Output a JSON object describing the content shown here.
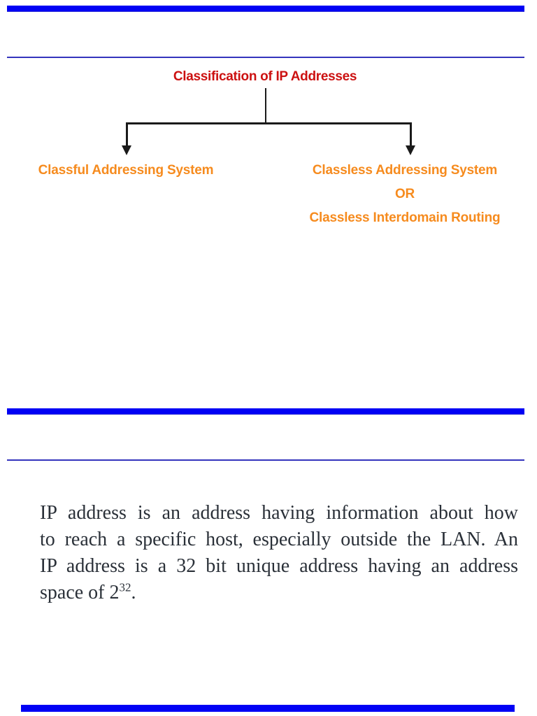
{
  "document": {
    "kind": "slide-deck-page",
    "background": "#ffffff"
  },
  "colors": {
    "bar_blue": "#0101f5",
    "rule_blue": "#3434bd",
    "title_red": "#cc1111",
    "branch_orange": "#f68b1e",
    "tree_line_black": "#1a1a1a",
    "body_text": "#2a3038"
  },
  "slide1": {
    "title": "Classification of IP Addresses",
    "tree": {
      "left_branch": {
        "label": "Classful Addressing System"
      },
      "right_branch": {
        "line1": "Classless Addressing System",
        "line2": "OR",
        "line3": "Classless Interdomain Routing"
      },
      "icons": [
        "arrow-down-icon",
        "arrow-down-icon"
      ]
    }
  },
  "slide2": {
    "paragraph": {
      "line1": "IP address is an address having information about how",
      "line2": "to reach a specific host, especially outside the LAN. An",
      "line3": "IP address is a 32 bit unique address having an address",
      "line4_text": "space of 2",
      "line4_superscript": "32",
      "line4_period": "."
    }
  }
}
